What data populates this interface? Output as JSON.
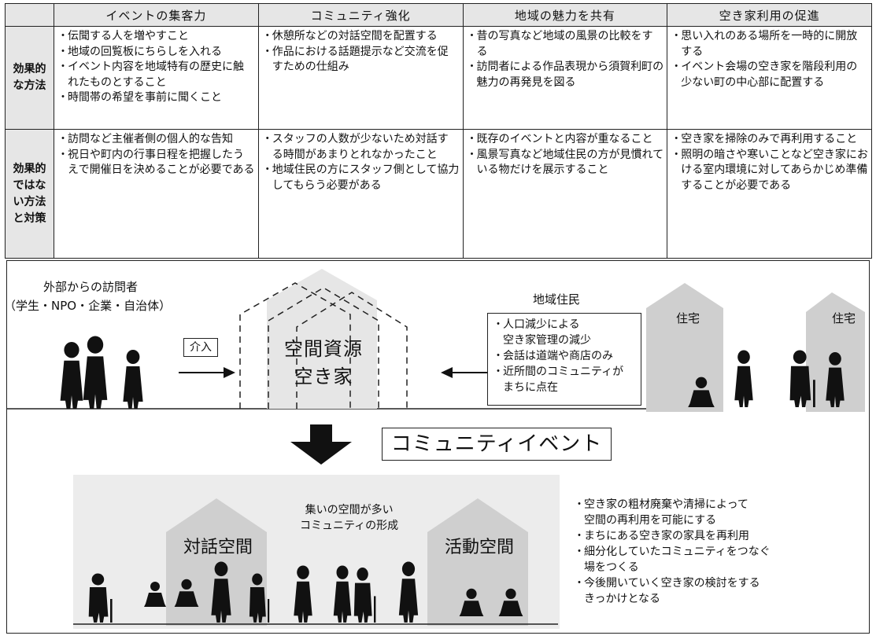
{
  "table": {
    "headers": [
      "",
      "イベントの集客力",
      "コミュニティ強化",
      "地域の魅力を共有",
      "空き家利用の促進"
    ],
    "rows": [
      {
        "label": "効果的\nな方法",
        "cells": [
          [
            "伝聞する人を増やすこと",
            "地域の回覧板にちらしを入れる",
            "イベント内容を地域特有の歴史に触れたものとすること",
            "時間帯の希望を事前に聞くこと"
          ],
          [
            "休憩所などの対話空間を配置する",
            "作品における話題提示など交流を促すための仕組み"
          ],
          [
            "昔の写真など地域の風景の比較をする",
            "訪問者による作品表現から須賀利町の魅力の再発見を図る"
          ],
          [
            "思い入れのある場所を一時的に開放する",
            "イベント会場の空き家を階段利用の少ない町の中心部に配置する"
          ]
        ]
      },
      {
        "label": "効果的\nではな\nい方法\nと対策",
        "cells": [
          [
            "訪問など主催者側の個人的な告知",
            "祝日や町内の行事日程を把握したうえで開催日を決めることが必要である"
          ],
          [
            "スタッフの人数が少ないため対話する時間があまりとれなかったこと",
            "地域住民の方にスタッフ側として協力してもらう必要がある"
          ],
          [
            "既存のイベントと内容が重なること",
            "風景写真など地域住民の方が見慣れている物だけを展示すること"
          ],
          [
            "空き家を掃除のみで再利用すること",
            "照明の暗さや寒いことなど空き家における室内環境に対してあらかじめ準備することが必要である"
          ]
        ]
      }
    ]
  },
  "diagram": {
    "visitors_title": "外部からの訪問者",
    "visitors_sub": "（学生・NPO・企業・自治体）",
    "intervention": "介入",
    "space_line1": "空間資源",
    "space_line2": "空き家",
    "residents_title": "地域住民",
    "residents_notes": [
      "人口減少による\n空き家管理の減少",
      "会話は道端や商店のみ",
      "近所間のコミュニティが\nまちに点在"
    ],
    "house_label_1": "住宅",
    "house_label_2": "住宅",
    "event_label": "コミュニティイベント",
    "dialogue_space": "対話空間",
    "activity_space": "活動空間",
    "gathering_line1": "集いの空間が多い",
    "gathering_line2": "コミュニティの形成",
    "outcomes": [
      "空き家の粗材廃棄や清掃によって\n空間の再利用を可能にする",
      "まちにある空き家の家具を再利用",
      "細分化していたコミュニティをつなぐ\n場をつくる",
      "今後開いていく空き家の検討をする\nきっかけとなる"
    ]
  },
  "colors": {
    "panel_gray": "#e6e6e6",
    "house_gray": "#cfcfcf",
    "bg_gray": "#ececec",
    "silhouette": "#111111"
  }
}
